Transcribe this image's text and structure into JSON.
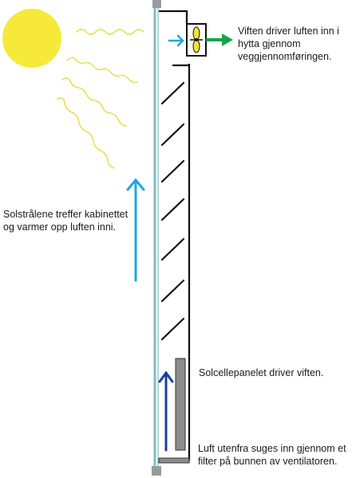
{
  "labels": {
    "fan": [
      "Viften driver luften inn i",
      "hytta gjennom",
      "veggjennomføringen."
    ],
    "sun": [
      "Solstrålene treffer kabinettet",
      "og varmer opp luften inni."
    ],
    "solar_panel": [
      "Solcellepanelet driver viften."
    ],
    "air_intake": [
      "Luft utenfra suges inn gjennom et",
      "filter på bunnen av ventilatoren."
    ]
  },
  "colors": {
    "sun": "#f7e93a",
    "sun_rays": "#e9df56",
    "glass": "#7bbdc0",
    "frame": "#111111",
    "end_cap": "#9a9a9a",
    "solar_panel": "#8c8c8c",
    "fan_blade": "#f3e33a",
    "arrow_light_blue": "#1fa7e2",
    "arrow_dark_blue": "#1b3f99",
    "arrow_green": "#17a54a"
  },
  "icons": {
    "fan": "fan-icon",
    "sun": "sun-icon"
  }
}
